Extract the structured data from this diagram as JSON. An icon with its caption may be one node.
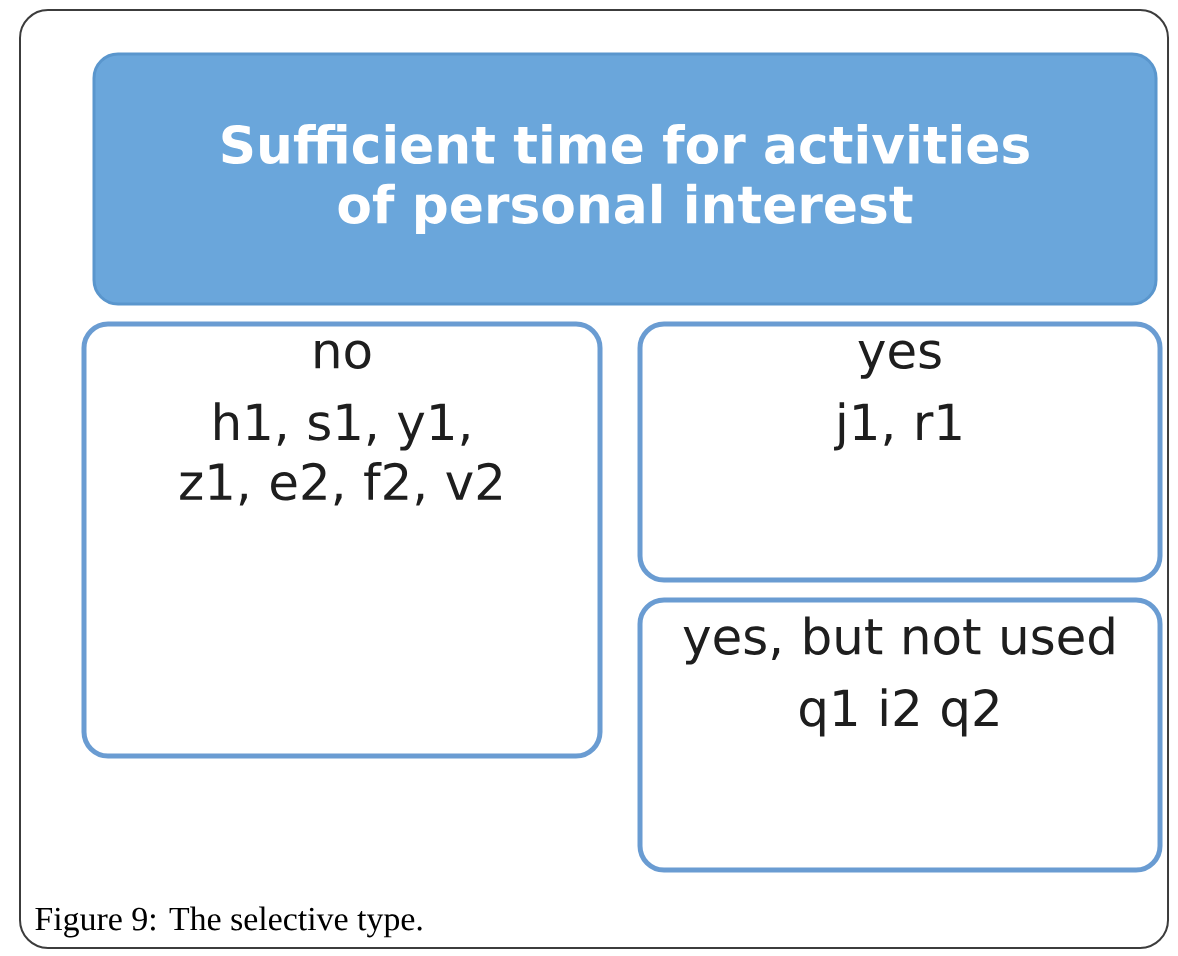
{
  "diagram": {
    "caption": "Figure 9: The selective type.",
    "nodes": [
      {
        "text": [
          "Sufficient time for activities of personal interest"
        ]
      },
      {
        "text": [
          "no",
          "h1, s1, y1, z1, e2, f2, v2"
        ]
      },
      {
        "text": [
          "yes",
          "j1, r1"
        ]
      },
      {
        "text": [
          "yes, but not used",
          "q1 i2 q2"
        ]
      }
    ]
  }
}
